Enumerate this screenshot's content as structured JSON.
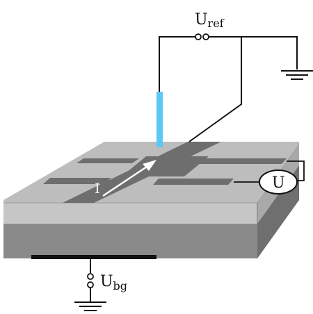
{
  "labels": {
    "u_ref_main": "U",
    "u_ref_sub": "ref",
    "u_bg_main": "U",
    "u_bg_sub": "bg",
    "current": "I",
    "voltmeter": "U"
  },
  "colors": {
    "probe": "#5bc8f5",
    "substrate_top": "#bdbdbd",
    "substrate_side_light": "#c8c8c8",
    "substrate_side_dark": "#8a8a8a",
    "hall_bar": "#6e6e6e",
    "wire": "#111111"
  }
}
